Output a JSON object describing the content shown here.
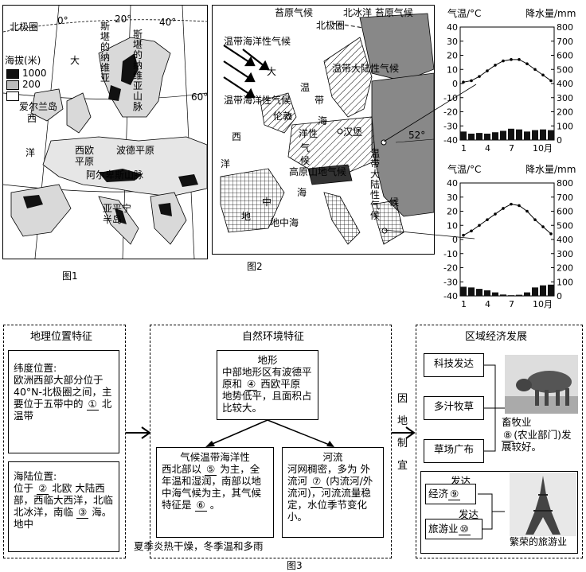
{
  "figure1": {
    "caption": "图1",
    "legend_title": "海拔(米)",
    "legend": [
      "1000",
      "200"
    ],
    "labels": {
      "north_circle": "北极圈",
      "lon0": "0°",
      "lon20": "20°",
      "lon40": "40°",
      "lat60": "60°",
      "scandinavia_a": "斯堪的纳维亚",
      "scandinavia_b": "斯堪的纳维亚山脉",
      "ocean_da": "大",
      "ireland": "爱尔兰岛",
      "xi": "西",
      "yang": "洋",
      "west_europe_plain": "西欧平原",
      "poland_plain": "波德平原",
      "alps": "阿尔卑斯山脉",
      "apennine": "亚平宁半岛"
    }
  },
  "figure2": {
    "caption": "图2",
    "labels": {
      "tundra_a": "苔原气候",
      "tundra_b": "北冰洋 苔原气候",
      "north_circle": "北极圈",
      "temperate_marine_1": "温带海洋性气候",
      "temperate_continental_1": "温带大陆性气候",
      "da": "大",
      "wen": "温",
      "dai": "带",
      "temperate_marine_2": "温带海洋性气候",
      "london": "伦敦",
      "hai": "海",
      "yang_xing": "洋性",
      "hamburg": "汉堡",
      "lat52": "52°",
      "xi": "西",
      "yang": "洋",
      "qi": "气",
      "hou": "候",
      "highland": "高原山地气候",
      "temperate_continental_2": "温带大陆性气候",
      "med_sea": "地中海",
      "di": "地",
      "zhong": "中",
      "hai2": "海",
      "hou2": "候"
    }
  },
  "climate_top": {
    "type": "line",
    "ylabel_left": "气温/°C",
    "ylabel_right": "降水量/mm",
    "left_ticks": [
      "40",
      "30",
      "20",
      "10",
      "0",
      "-10",
      "-20",
      "-30",
      "-40"
    ],
    "right_ticks": [
      "800",
      "700",
      "600",
      "500",
      "400",
      "300",
      "200",
      "100",
      "0"
    ],
    "x_ticks": [
      "1",
      "4",
      "7",
      "10月"
    ],
    "months": [
      1,
      2,
      3,
      4,
      5,
      6,
      7,
      8,
      9,
      10,
      11,
      12
    ],
    "temperature": [
      1,
      2,
      5,
      9,
      13,
      16,
      17,
      17,
      14,
      10,
      6,
      2
    ],
    "precipitation": [
      60,
      45,
      50,
      45,
      55,
      65,
      80,
      75,
      60,
      70,
      75,
      70
    ]
  },
  "climate_bottom": {
    "type": "line",
    "ylabel_left": "气温/°C",
    "ylabel_right": "降水量/mm",
    "left_ticks": [
      "40",
      "30",
      "20",
      "10",
      "0",
      "-10",
      "-20",
      "-30",
      "-40"
    ],
    "right_ticks": [
      "800",
      "700",
      "600",
      "500",
      "400",
      "300",
      "200",
      "100",
      "0"
    ],
    "x_ticks": [
      "1",
      "4",
      "7",
      "10月"
    ],
    "months": [
      1,
      2,
      3,
      4,
      5,
      6,
      7,
      8,
      9,
      10,
      11,
      12
    ],
    "temperature": [
      3,
      6,
      10,
      14,
      18,
      22,
      25,
      24,
      20,
      14,
      9,
      4
    ],
    "precipitation": [
      65,
      60,
      50,
      40,
      25,
      10,
      5,
      8,
      25,
      60,
      75,
      80
    ]
  },
  "figure3": {
    "caption": "图3",
    "geo": {
      "title": "地理位置特征",
      "lat_title": "纬度位置:",
      "lat_text_1": "欧洲西部大部分位于40°N-北极圈之间，主要位于五带中的",
      "blank1": "①",
      "lat_text_2": "北温带",
      "sea_title": "海陆位置:",
      "sea_text_1": "位于",
      "blank2": "②",
      "sea_text_2": "北欧",
      "sea_text_3": "大陆西部，西临大西洋，北临北冰洋，南临",
      "blank3": "③",
      "sea_text_4": "海。",
      "sea_text_5": "地中"
    },
    "nature": {
      "title": "自然环境特征",
      "terrain_title": "地形",
      "terrain_text_1": "中部地形区有波德平原和",
      "blank4": "④",
      "terrain_text_2": "西欧平原",
      "terrain_text_3": "地势低平，且面积占比较大。",
      "climate_title": "气候",
      "climate_hand": "温带海洋性",
      "climate_text_1": "西北部以",
      "blank5": "⑤",
      "climate_text_2": "为主，全年温和湿润，南部以地中海气候为主，其气候特征是",
      "blank6": "⑥",
      "climate_text_3": "。",
      "climate_hand2": "夏季炎热干燥，冬季温和多雨",
      "river_title": "河流",
      "river_text_1": "河网稠密，多为",
      "blank7": "⑦",
      "river_hand": "外流河",
      "river_text_2": "(内流河/外流河)，河流流量稳定，水位季节变化小。"
    },
    "arrow_text": "因地制宜",
    "economy": {
      "title": "区域经济发展",
      "tech": "科技发达",
      "grass": "多汁牧草",
      "pasture": "草场广布",
      "animal_text_1": "畜牧业",
      "blank8": "⑧",
      "animal_text_2": "(农业部门)发展较好。",
      "econ_1": "经济",
      "blank9": "⑨",
      "econ_hand": "发达",
      "traffic_1": "旅游业",
      "blank10": "⑩",
      "traffic_hand": "发达",
      "tourism": "繁荣的旅游业"
    }
  }
}
